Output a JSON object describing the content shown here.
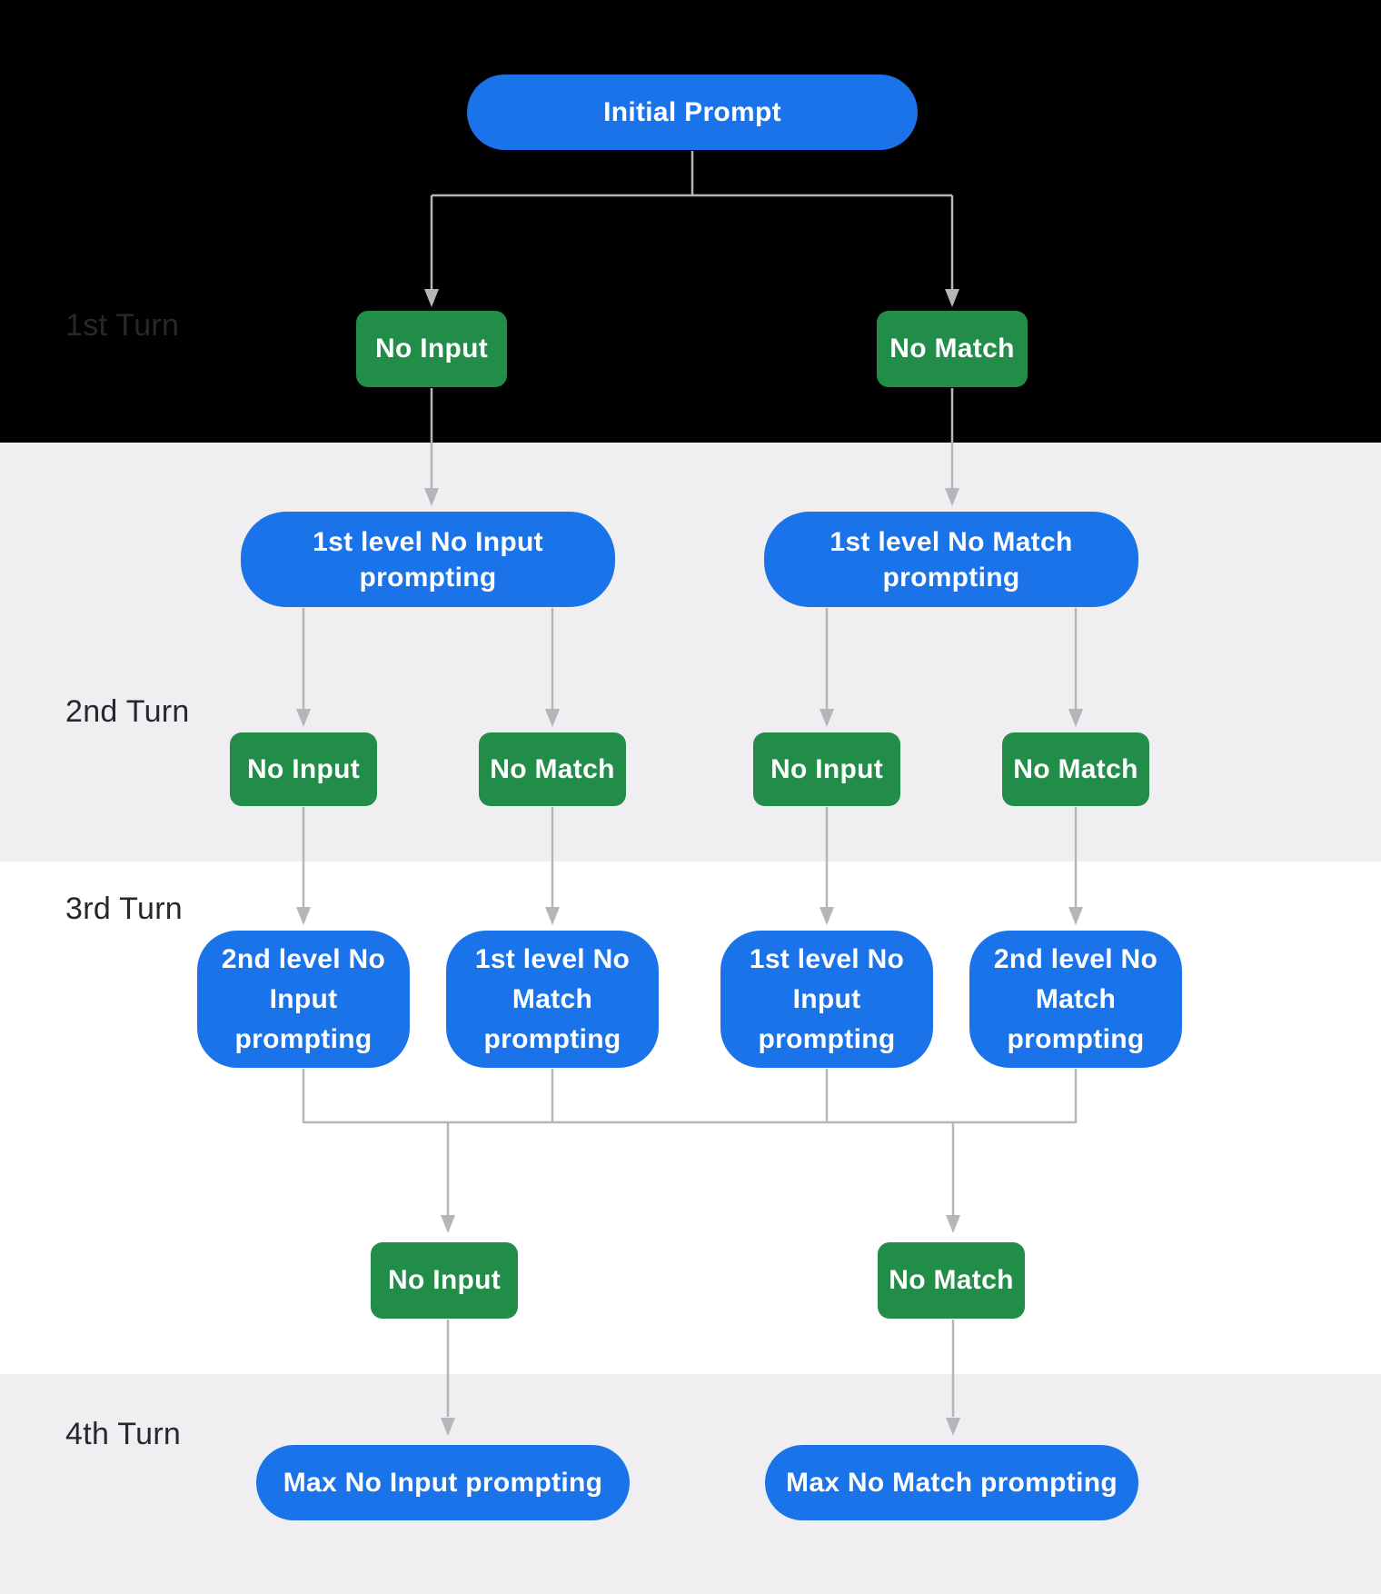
{
  "palette": {
    "node_blue": "#1a73e8",
    "node_green": "#218d49",
    "connector_gray": "#b4b6ba",
    "band_black": "#000000",
    "band_gray": "#efeff1",
    "band_white": "#ffffff",
    "turn_label_color": "#26282e",
    "node_text_color": "#ffffff"
  },
  "turn_labels": {
    "t1": "1st Turn",
    "t2": "2nd Turn",
    "t3": "3rd Turn",
    "t4": "4th Turn"
  },
  "nodes": {
    "initial_prompt": "Initial Prompt",
    "t1_no_input": "No Input",
    "t1_no_match": "No Match",
    "l1_no_input_prompting": "1st level No Input\nprompting",
    "l1_no_match_prompting": "1st level No Match\nprompting",
    "t2_no_input_a": "No Input",
    "t2_no_match_a": "No Match",
    "t2_no_input_b": "No Input",
    "t2_no_match_b": "No Match",
    "l2_no_input_prompting": "2nd level No\nInput\nprompting",
    "l1_no_match_prompting_2": "1st level No\nMatch\nprompting",
    "l1_no_input_prompting_2": "1st level No\nInput\nprompting",
    "l2_no_match_prompting": "2nd level No\nMatch\nprompting",
    "t3_no_input": "No Input",
    "t3_no_match": "No Match",
    "max_no_input_prompting": "Max No Input prompting",
    "max_no_match_prompting": "Max No Match prompting"
  }
}
